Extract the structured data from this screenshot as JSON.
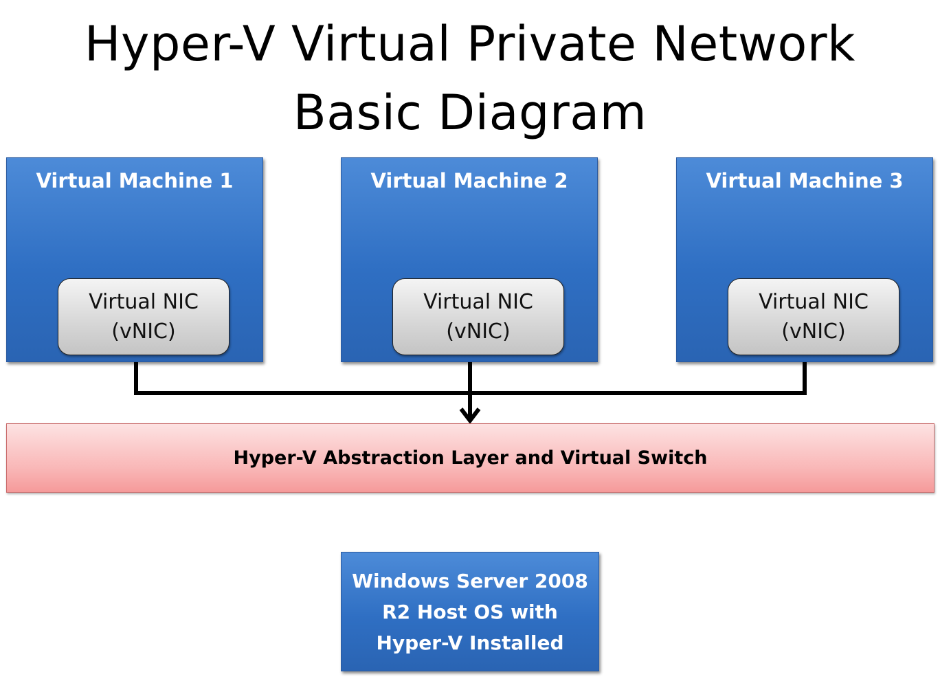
{
  "title": {
    "line1": "Hyper-V Virtual Private Network",
    "line2": "Basic Diagram"
  },
  "virtual_machines": [
    {
      "name": "Virtual Machine 1",
      "nic_line1": "Virtual NIC",
      "nic_line2": "(vNIC)"
    },
    {
      "name": "Virtual Machine 2",
      "nic_line1": "Virtual NIC",
      "nic_line2": "(vNIC)"
    },
    {
      "name": "Virtual Machine 3",
      "nic_line1": "Virtual NIC",
      "nic_line2": "(vNIC)"
    }
  ],
  "layer": {
    "label": "Hyper-V Abstraction Layer and Virtual Switch"
  },
  "host": {
    "line1": "Windows Server 2008",
    "line2": "R2 Host OS with",
    "line3": "Hyper-V Installed"
  },
  "colors": {
    "vm_box": "#3a7bcd",
    "vnic": "#d6d6d6",
    "layer": "#f9b7b7",
    "connector": "#000000"
  }
}
